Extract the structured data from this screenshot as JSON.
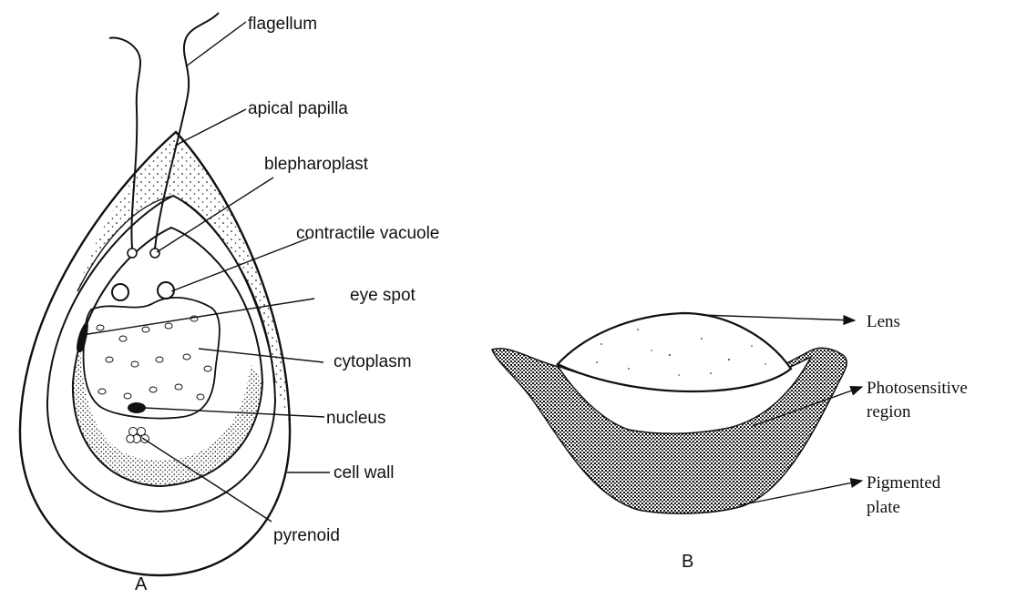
{
  "figure_a": {
    "letter": "A",
    "labels": {
      "flagellum": "flagellum",
      "apical_papilla": "apical papilla",
      "blepharoplast": "blepharoplast",
      "contractile_vacuole": "contractile vacuole",
      "eye_spot": "eye spot",
      "cytoplasm": "cytoplasm",
      "nucleus": "nucleus",
      "cell_wall": "cell wall",
      "pyrenoid": "pyrenoid"
    }
  },
  "figure_b": {
    "letter": "B",
    "labels": {
      "lens": "Lens",
      "photosensitive_line1": "Photosensitive",
      "photosensitive_line2": "region",
      "pigmented_line1": "Pigmented",
      "pigmented_line2": "plate"
    }
  }
}
